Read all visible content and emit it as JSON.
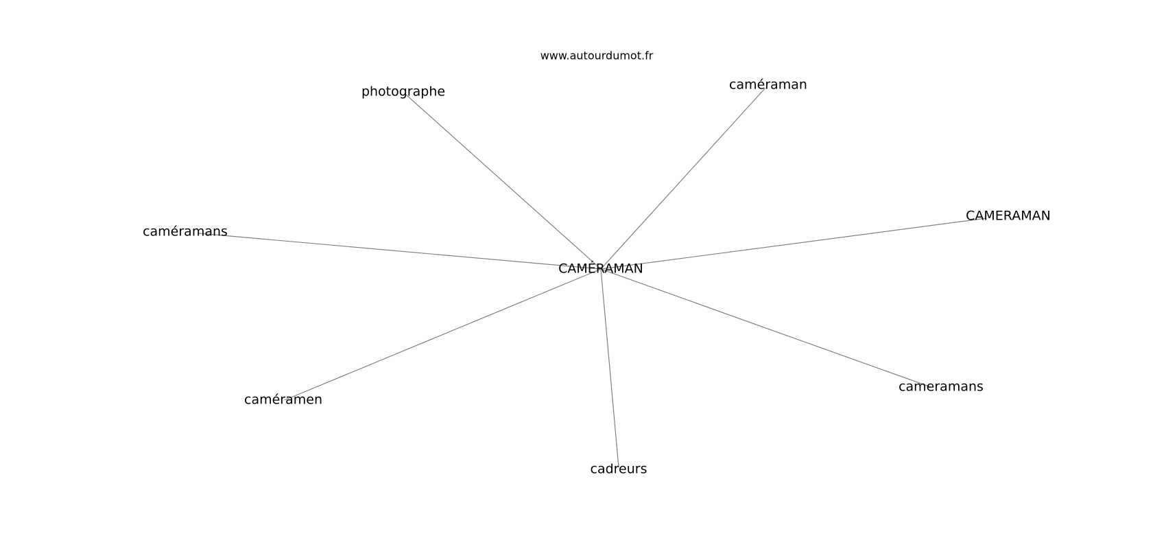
{
  "source": "www.autourdumot.fr",
  "center": "CAMÉRAMAN",
  "nodes": [
    "photographe",
    "caméraman",
    "CAMERAMAN",
    "caméramans",
    "caméramen",
    "cadreurs",
    "cameramans"
  ],
  "edges": [
    [
      "CAMÉRAMAN",
      "photographe"
    ],
    [
      "CAMÉRAMAN",
      "caméraman"
    ],
    [
      "CAMÉRAMAN",
      "CAMERAMAN"
    ],
    [
      "CAMÉRAMAN",
      "caméramans"
    ],
    [
      "CAMÉRAMAN",
      "caméramen"
    ],
    [
      "CAMÉRAMAN",
      "cadreurs"
    ],
    [
      "CAMÉRAMAN",
      "cameramans"
    ]
  ],
  "colors": {
    "edge": "#808080",
    "text": "#000000",
    "background": "#ffffff"
  }
}
